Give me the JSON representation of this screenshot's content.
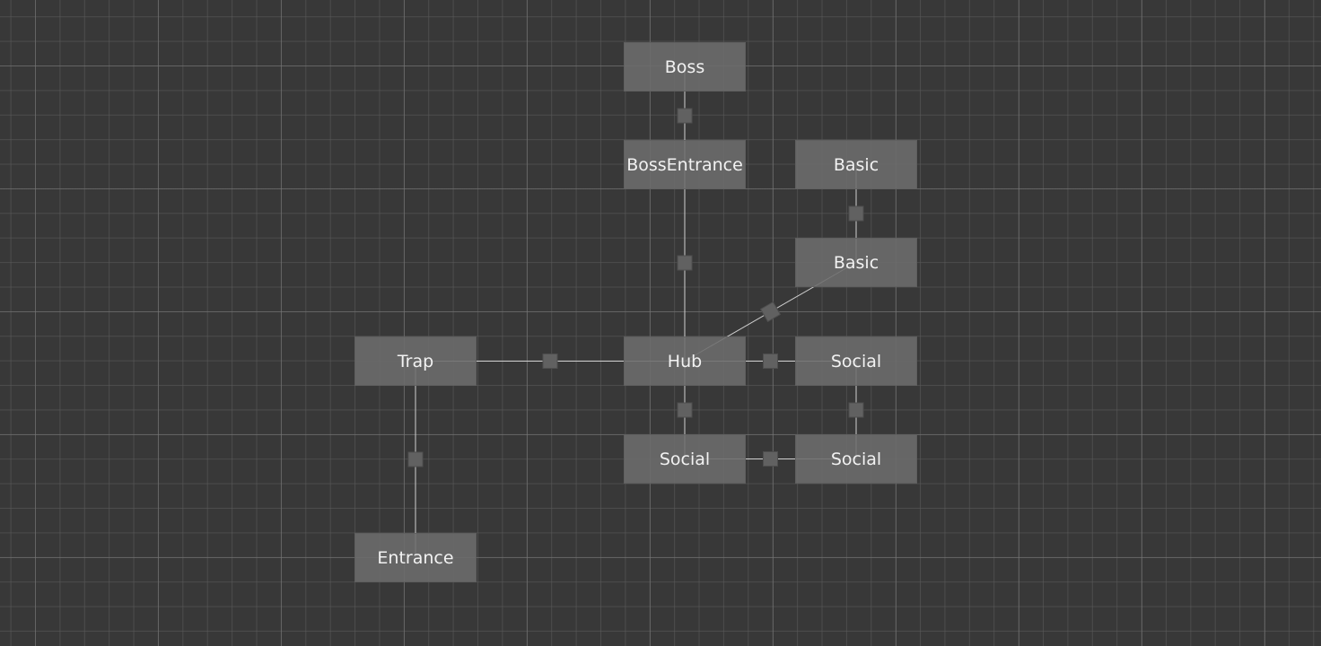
{
  "graph": {
    "nodes": {
      "boss": "Boss",
      "boss_entrance": "BossEntrance",
      "basic_top": "Basic",
      "basic_mid": "Basic",
      "trap": "Trap",
      "hub": "Hub",
      "social_right": "Social",
      "social_bottom": "Social",
      "social_bottom_right": "Social",
      "entrance": "Entrance"
    },
    "edges": [
      [
        "boss",
        "boss_entrance"
      ],
      [
        "boss_entrance",
        "hub"
      ],
      [
        "basic_top",
        "basic_mid"
      ],
      [
        "hub",
        "basic_mid"
      ],
      [
        "trap",
        "hub"
      ],
      [
        "trap",
        "entrance"
      ],
      [
        "hub",
        "social_right"
      ],
      [
        "hub",
        "social_bottom"
      ],
      [
        "social_right",
        "social_bottom_right"
      ],
      [
        "social_bottom",
        "social_bottom_right"
      ]
    ],
    "colors": {
      "background": "#383838",
      "node": "#6c6c6c",
      "edge": "#d0d0d0",
      "connector": "#616161"
    }
  }
}
